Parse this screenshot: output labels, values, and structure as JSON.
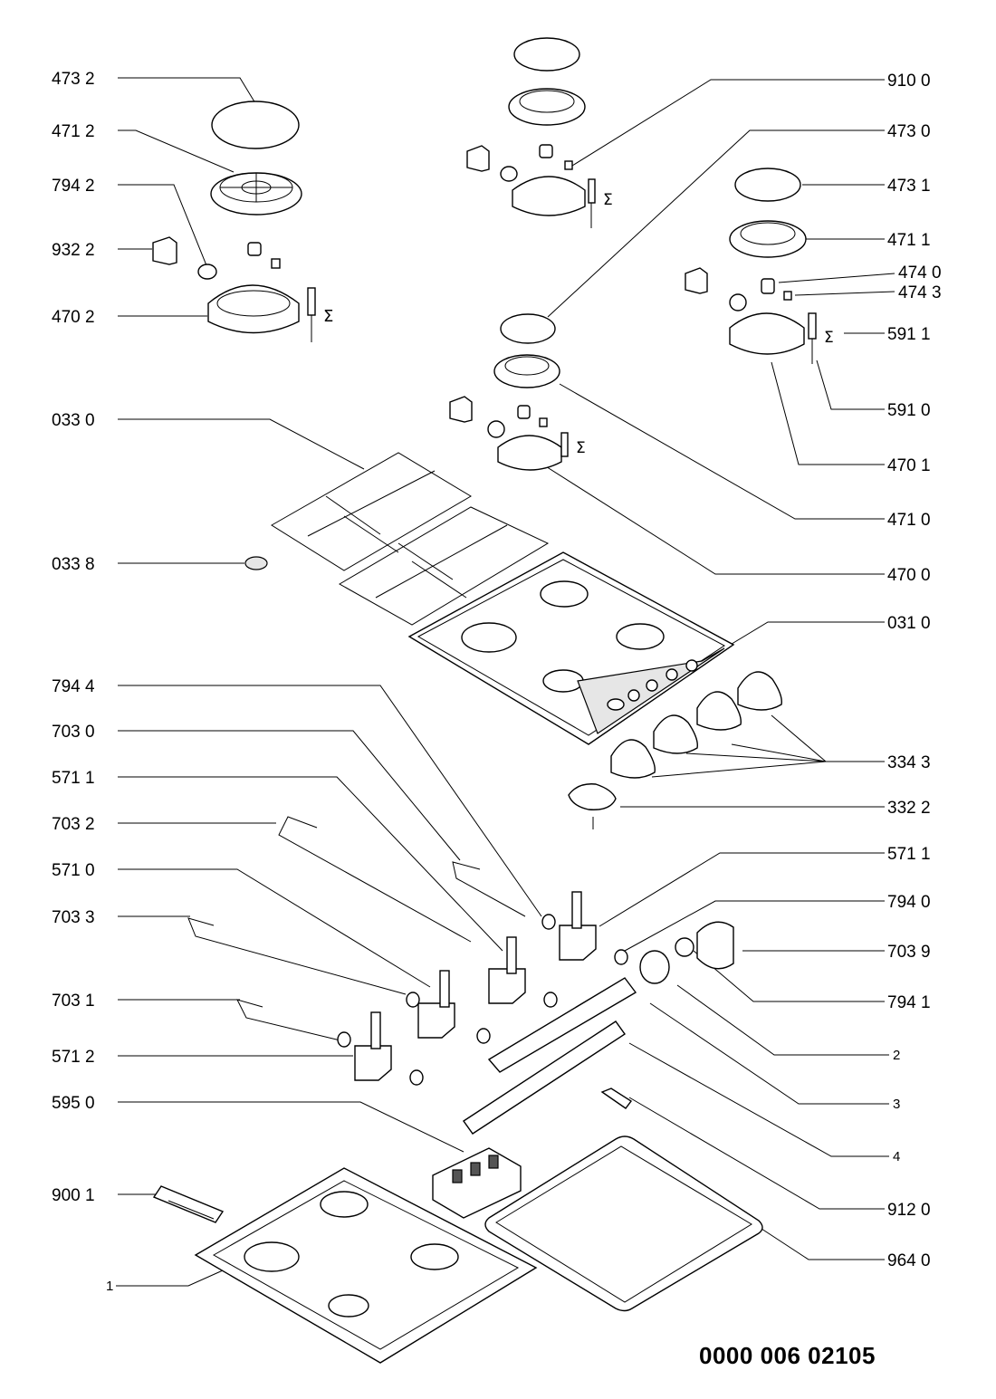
{
  "document_number": "0000 006 02105",
  "labels": {
    "l473_2": "473 2",
    "l471_2": "471 2",
    "l794_2": "794 2",
    "l932_2": "932 2",
    "l470_2": "470 2",
    "l033_0": "033 0",
    "l033_8": "033 8",
    "l794_4": "794 4",
    "l703_0": "703 0",
    "l571_1a": "571 1",
    "l703_2": "703 2",
    "l571_0": "571 0",
    "l703_3": "703 3",
    "l703_1": "703 1",
    "l571_2": "571 2",
    "l595_0": "595 0",
    "l900_1": "900 1",
    "l1": "1",
    "r910_0": "910 0",
    "r473_0": "473 0",
    "r473_1": "473 1",
    "r471_1": "471 1",
    "r474_0": "474 0",
    "r474_3": "474 3",
    "r591_1": "591 1",
    "r591_0": "591 0",
    "r470_1": "470 1",
    "r471_0": "471 0",
    "r470_0": "470 0",
    "r031_0": "031 0",
    "r334_3": "334 3",
    "r332_2": "332 2",
    "r571_1b": "571 1",
    "r794_0": "794 0",
    "r703_9": "703 9",
    "r794_1": "794 1",
    "r2": "2",
    "r3": "3",
    "r4": "4",
    "r912_0": "912 0",
    "r964_0": "964 0"
  }
}
